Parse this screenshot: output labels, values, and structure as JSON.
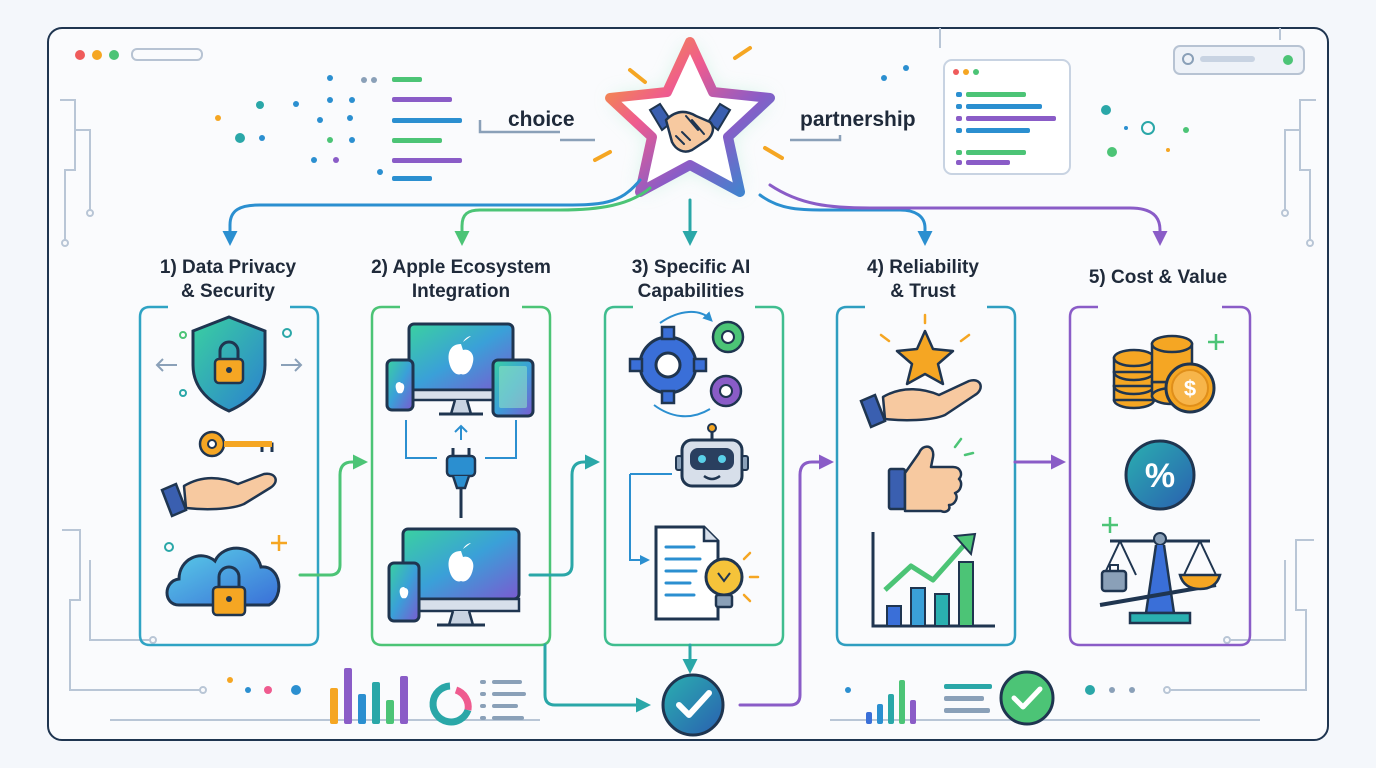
{
  "hub": {
    "left_label": "choice",
    "right_label": "partnership",
    "icon": "handshake-icon"
  },
  "columns": [
    {
      "title_line1": "1) Data Privacy",
      "title_line2": "& Security",
      "icons": [
        "shield-lock-icon",
        "key-in-hand-icon",
        "cloud-lock-icon"
      ],
      "color": "#2fa3c4"
    },
    {
      "title_line1": "2) Apple Ecosystem",
      "title_line2": "Integration",
      "icons": [
        "apple-devices-icon",
        "plug-icon",
        "apple-desktop-icon"
      ],
      "color": "#4cbf7a"
    },
    {
      "title_line1": "3) Specific AI",
      "title_line2": "Capabilities",
      "icons": [
        "gears-icon",
        "robot-icon",
        "document-lightbulb-icon"
      ],
      "color": "#3fbd8f"
    },
    {
      "title_line1": "4) Reliability",
      "title_line2": "& Trust",
      "icons": [
        "star-in-hand-icon",
        "thumbs-up-icon",
        "growth-chart-icon"
      ],
      "color": "#2f9ec0"
    },
    {
      "title_line1": "5) Cost & Value",
      "title_line2": "",
      "icons": [
        "coins-dollar-icon",
        "percent-icon",
        "balance-scale-icon"
      ],
      "color": "#8a5cc7"
    }
  ],
  "outcome_icon": "checkmark-icon",
  "coin_symbol": "$",
  "percent_symbol": "%",
  "colors": {
    "blue": "#2b8fd0",
    "teal": "#2aa7a8",
    "green": "#4cc476",
    "purple": "#8a5cc7",
    "orange": "#f5a623",
    "navy": "#1f3550"
  }
}
